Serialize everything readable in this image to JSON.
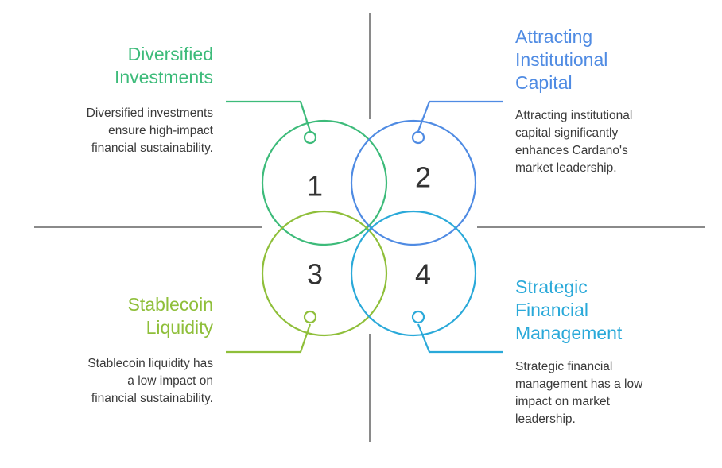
{
  "colors": {
    "green": "#3dbb7a",
    "blue": "#4f8be3",
    "lime": "#8fbf3a",
    "cyan": "#2aa9d9",
    "axis": "#8a8a8a"
  },
  "quadrants": [
    {
      "number": "1",
      "title_lines": [
        "Diversified",
        "Investments"
      ],
      "desc_lines": [
        "Diversified investments",
        "ensure high-impact",
        "financial sustainability."
      ]
    },
    {
      "number": "2",
      "title_lines": [
        "Attracting",
        "Institutional",
        "Capital"
      ],
      "desc_lines": [
        "Attracting institutional",
        "capital significantly",
        "enhances Cardano's",
        "market leadership."
      ]
    },
    {
      "number": "3",
      "title_lines": [
        "Stablecoin",
        "Liquidity"
      ],
      "desc_lines": [
        "Stablecoin liquidity has",
        "a low impact on",
        "financial sustainability."
      ]
    },
    {
      "number": "4",
      "title_lines": [
        "Strategic",
        "Financial",
        "Management"
      ],
      "desc_lines": [
        "Strategic financial",
        "management has a low",
        "impact on market",
        "leadership."
      ]
    }
  ]
}
